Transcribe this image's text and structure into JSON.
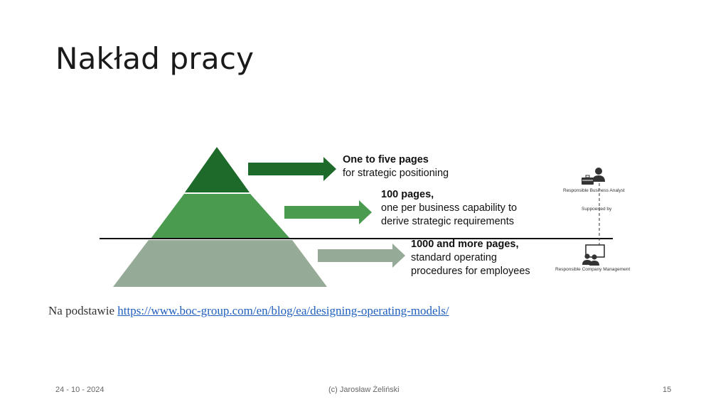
{
  "slide": {
    "title": "Nakład pracy",
    "tiers": [
      {
        "heading": "One to five pages",
        "lines": [
          "for strategic positioning"
        ],
        "color": "#1d6a2a"
      },
      {
        "heading": "100 pages,",
        "lines": [
          "one per business capability to",
          "derive strategic requirements"
        ],
        "color": "#4a9a4f"
      },
      {
        "heading": "1000 and more pages,",
        "lines": [
          "standard operating",
          "procedures for employees"
        ],
        "color": "#96ab97"
      }
    ],
    "roles": {
      "analyst": "Responsible Business Analyst",
      "supported_by": "Suppoerted by",
      "management": "Responsible Company Management"
    },
    "source": {
      "prefix": "Na podstawie ",
      "link_text": "https://www.boc-group.com/en/blog/ea/designing-operating-models/"
    },
    "footer": {
      "date": "24 - 10 - 2024",
      "author": "(c) Jarosław Żeliński",
      "page": "15"
    }
  }
}
